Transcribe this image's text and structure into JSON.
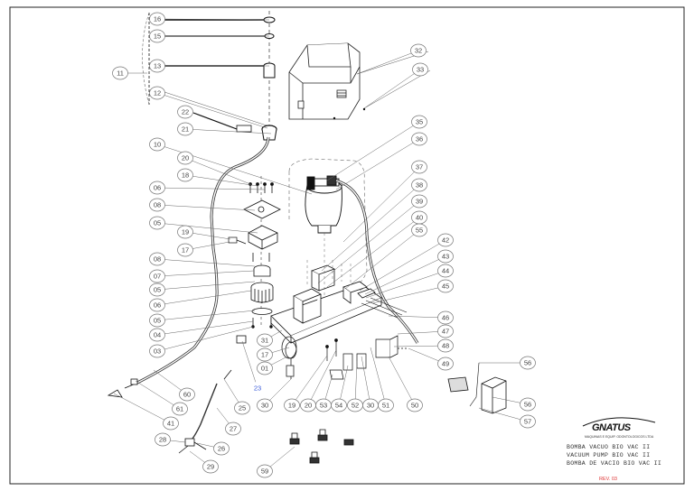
{
  "drawing": {
    "title_lines": [
      "BOMBA VACUO BIO VAC II",
      "VACUUM PUMP BIO VAC II",
      "BOMBA DE VACIO BIO VAC II"
    ],
    "brand": "GNATUS",
    "brand_sub": "MAQUINAS E EQUIP. ODONTOLOGICOS LTDA",
    "revision": "REV. 03",
    "accent_color": "#3a5bd9"
  },
  "callouts": [
    {
      "id": "16"
    },
    {
      "id": "15"
    },
    {
      "id": "13"
    },
    {
      "id": "12"
    },
    {
      "id": "11"
    },
    {
      "id": "32"
    },
    {
      "id": "33"
    },
    {
      "id": "22"
    },
    {
      "id": "21"
    },
    {
      "id": "10"
    },
    {
      "id": "35"
    },
    {
      "id": "36"
    },
    {
      "id": "20"
    },
    {
      "id": "18"
    },
    {
      "id": "06"
    },
    {
      "id": "08"
    },
    {
      "id": "05"
    },
    {
      "id": "19"
    },
    {
      "id": "17"
    },
    {
      "id": "37"
    },
    {
      "id": "38"
    },
    {
      "id": "39"
    },
    {
      "id": "40"
    },
    {
      "id": "55"
    },
    {
      "id": "42"
    },
    {
      "id": "43"
    },
    {
      "id": "44"
    },
    {
      "id": "45"
    },
    {
      "id": "46"
    },
    {
      "id": "47"
    },
    {
      "id": "48"
    },
    {
      "id": "49"
    },
    {
      "id": "08b"
    },
    {
      "id": "07"
    },
    {
      "id": "05b"
    },
    {
      "id": "06b"
    },
    {
      "id": "05c"
    },
    {
      "id": "04"
    },
    {
      "id": "03"
    },
    {
      "id": "31"
    },
    {
      "id": "17b"
    },
    {
      "id": "01"
    },
    {
      "id": "23"
    },
    {
      "id": "60"
    },
    {
      "id": "61"
    },
    {
      "id": "41"
    },
    {
      "id": "25"
    },
    {
      "id": "27"
    },
    {
      "id": "28"
    },
    {
      "id": "26"
    },
    {
      "id": "29"
    },
    {
      "id": "30"
    },
    {
      "id": "19b"
    },
    {
      "id": "20b"
    },
    {
      "id": "53"
    },
    {
      "id": "54"
    },
    {
      "id": "52"
    },
    {
      "id": "30b"
    },
    {
      "id": "51"
    },
    {
      "id": "50"
    },
    {
      "id": "56"
    },
    {
      "id": "56b"
    },
    {
      "id": "57"
    },
    {
      "id": "59"
    }
  ],
  "labels": {
    "16": "16",
    "15": "15",
    "13": "13",
    "12": "12",
    "11": "11",
    "32": "32",
    "33": "33",
    "22": "22",
    "21": "21",
    "10": "10",
    "35": "35",
    "36": "36",
    "20": "20",
    "18": "18",
    "06": "06",
    "08": "08",
    "05": "05",
    "19": "19",
    "17": "17",
    "37": "37",
    "38": "38",
    "39": "39",
    "40": "40",
    "55": "55",
    "42": "42",
    "43": "43",
    "44": "44",
    "45": "45",
    "46": "46",
    "47": "47",
    "48": "48",
    "49": "49",
    "08b": "08",
    "07": "07",
    "05b": "05",
    "06b": "06",
    "05c": "05",
    "04": "04",
    "03": "03",
    "31": "31",
    "17b": "17",
    "01": "01",
    "23": "23",
    "60": "60",
    "61": "61",
    "41": "41",
    "25": "25",
    "27": "27",
    "28": "28",
    "26": "26",
    "29": "29",
    "30": "30",
    "19b": "19",
    "20b": "20",
    "53": "53",
    "54": "54",
    "52": "52",
    "30b": "30",
    "51": "51",
    "50": "50",
    "56": "56",
    "56b": "56",
    "57": "57",
    "59": "59"
  }
}
